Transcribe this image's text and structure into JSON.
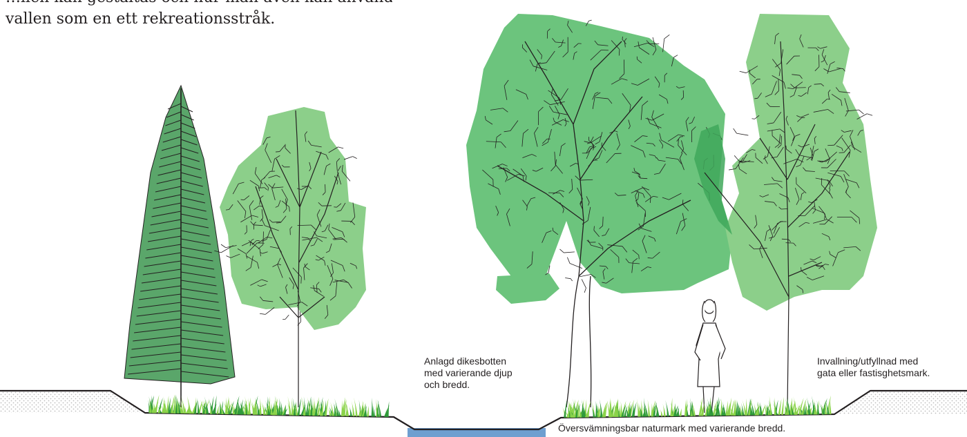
{
  "intro": {
    "line1": "…llen kan gestaltas och hur man även kan använda",
    "line2": "vallen som en ett rekreationsstråk."
  },
  "labels": {
    "ditch_line1": "Anlagd dikesbotten",
    "ditch_line2": "med varierande djup",
    "ditch_line3": "och bredd.",
    "embankment_line1": "Invallning/utfyllnad med",
    "embankment_line2": "gata eller fastisghetsmark.",
    "floodplain": "Översvämningsbar naturmark med varierande bredd."
  },
  "colors": {
    "spruce": "#5aa66a",
    "foliage_light": "#8ccf8a",
    "foliage_main": "#6cc47d",
    "foliage_overlap": "#3fa85a",
    "water": "#6e9fd0",
    "grass_light": "#8bd34a",
    "grass_dark": "#2f9a3a",
    "ink": "#231f20",
    "dots": "#bdbdbd"
  },
  "icons": [
    "spruce-tree-icon",
    "birch-tree-icon",
    "oak-tree-icon",
    "person-icon"
  ]
}
